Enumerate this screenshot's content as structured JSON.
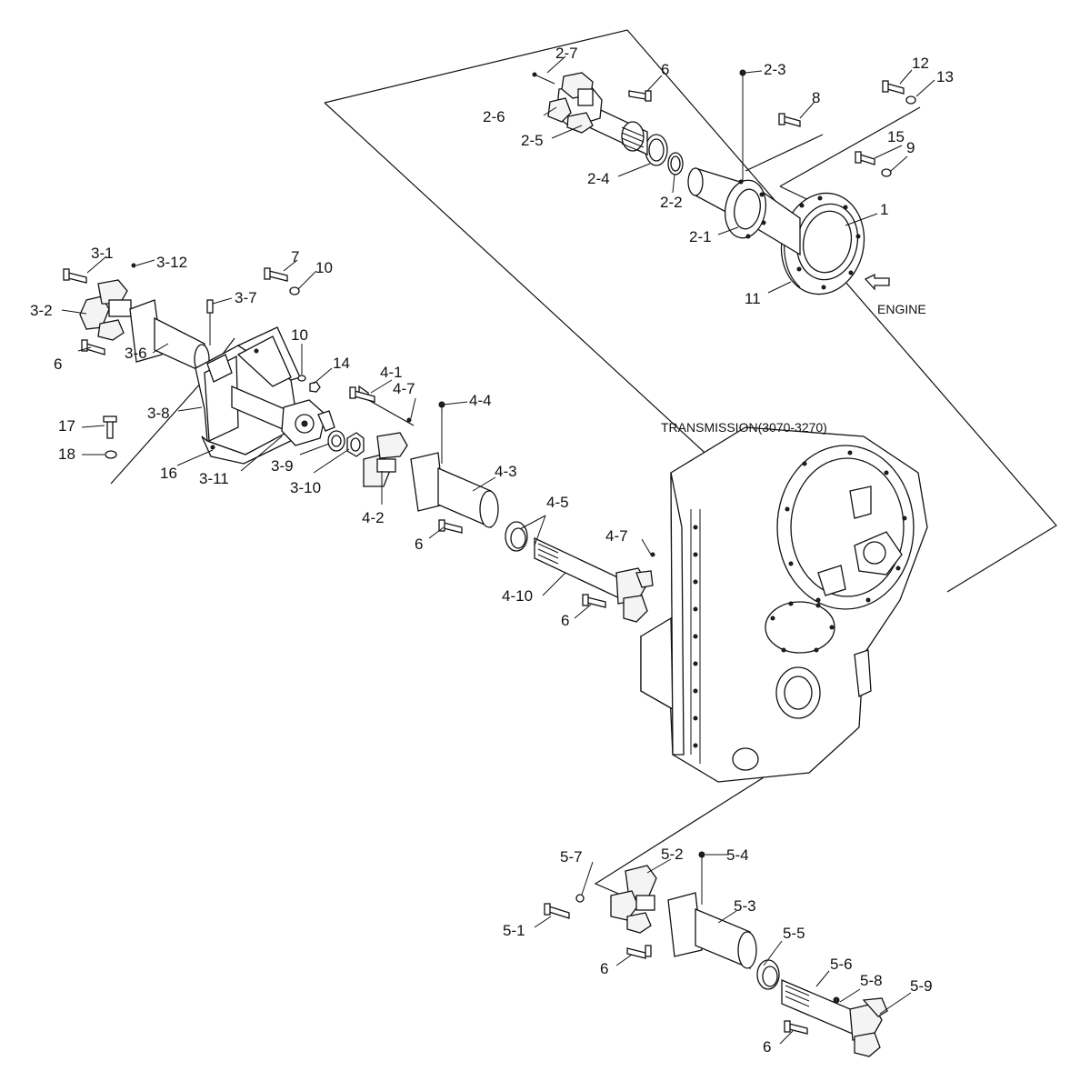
{
  "diagram": {
    "transmission_title": "TRANSMISSION(3070-3270)",
    "engine_label": "ENGINE",
    "callouts": {
      "p2_7": "2-7",
      "p6a": "6",
      "p2_3": "2-3",
      "p12": "12",
      "p13": "13",
      "p8": "8",
      "p2_6": "2-6",
      "p2_5": "2-5",
      "p15": "15",
      "p9": "9",
      "p2_4": "2-4",
      "p2_2": "2-2",
      "p1": "1",
      "p2_1": "2-1",
      "p11": "11",
      "p3_1": "3-1",
      "p3_12": "3-12",
      "p7": "7",
      "p10a": "10",
      "p3_2": "3-2",
      "p3_7": "3-7",
      "p10b": "10",
      "p6b": "6",
      "p3_6": "3-6",
      "p14": "14",
      "p4_1": "4-1",
      "p4_7a": "4-7",
      "p4_4": "4-4",
      "p3_8": "3-8",
      "p17": "17",
      "p18": "18",
      "p16": "16",
      "p3_11": "3-11",
      "p3_9": "3-9",
      "p3_10": "3-10",
      "p4_3": "4-3",
      "p4_2": "4-2",
      "p4_5": "4-5",
      "p6c": "6",
      "p4_7b": "4-7",
      "p4_10": "4-10",
      "p6d": "6",
      "p5_7": "5-7",
      "p5_2": "5-2",
      "p5_4": "5-4",
      "p5_3": "5-3",
      "p5_1": "5-1",
      "p5_5": "5-5",
      "p6e": "6",
      "p5_6": "5-6",
      "p5_8": "5-8",
      "p5_9": "5-9",
      "p6f": "6"
    }
  }
}
